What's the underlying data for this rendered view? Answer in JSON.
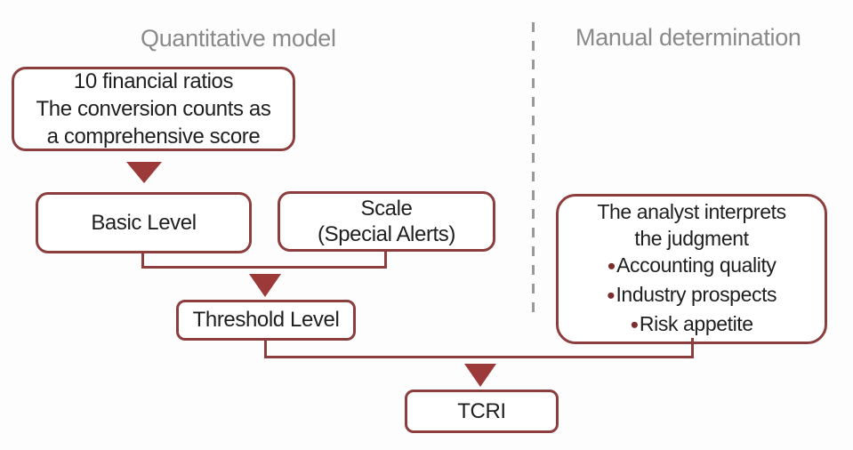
{
  "headers": {
    "quantitative": "Quantitative model",
    "manual": "Manual determination"
  },
  "boxes": {
    "score": {
      "lines": [
        "10 financial ratios",
        "The conversion counts as",
        "a comprehensive score"
      ]
    },
    "basic": {
      "label": "Basic Level"
    },
    "scale": {
      "lines": [
        "Scale",
        "(Special Alerts)"
      ]
    },
    "threshold": {
      "label": "Threshold Level"
    },
    "analyst": {
      "intro_lines": [
        "The analyst interprets",
        "the judgment"
      ],
      "bullet_items": [
        "Accounting quality",
        "Industry prospects",
        "Risk appetite"
      ]
    },
    "tcri": {
      "label": "TCRI"
    }
  },
  "glyphs": {
    "bullet": "●"
  },
  "colors": {
    "border": "#8c3d3d",
    "arrow": "#9b3a38",
    "bullet": "#7a2e2e",
    "header_text": "#8a8a8a",
    "text": "#1f1f1f",
    "divider": "#999999",
    "background": "#fdfdfd"
  }
}
